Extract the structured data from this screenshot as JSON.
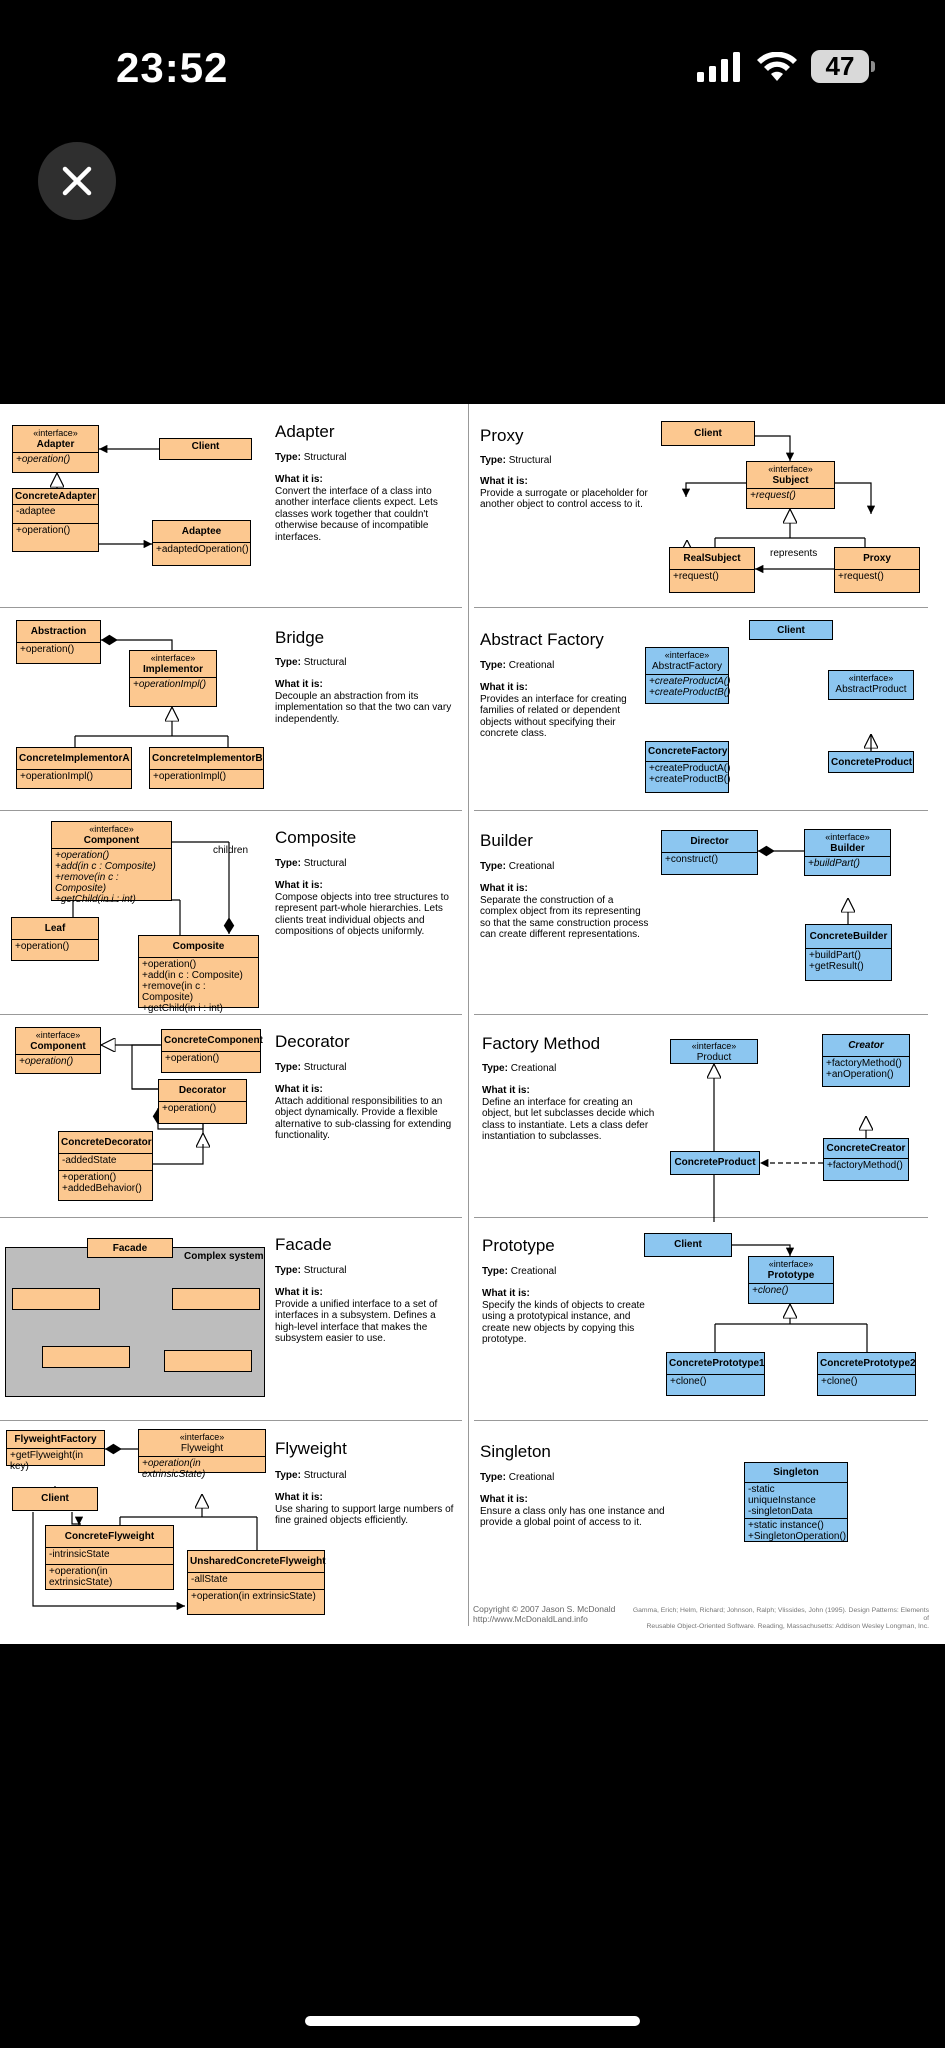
{
  "status": {
    "time": "23:52",
    "battery": "47"
  },
  "icons": {
    "close": "close-icon",
    "signal": "signal-icon",
    "wifi": "wifi-icon",
    "battery": "battery-icon"
  },
  "colors": {
    "orange": "#fcc890",
    "blue": "#8cc6f0"
  },
  "common": {
    "type_label": "Type:",
    "what_label": "What it is:"
  },
  "adapter": {
    "title": "Adapter",
    "type": "Structural",
    "desc": "Convert the interface of a class into another interface clients expect. Lets classes work together that couldn't otherwise because of incompatible interfaces.",
    "stereo": "«interface»",
    "iface": "Adapter",
    "iface_op": "+operation()",
    "client": "Client",
    "concrete": "ConcreteAdapter",
    "concrete_attr": "-adaptee",
    "concrete_op": "+operation()",
    "adaptee": "Adaptee",
    "adaptee_op": "+adaptedOperation()"
  },
  "proxy": {
    "title": "Proxy",
    "type": "Structural",
    "desc": "Provide a surrogate or placeholder for another object to control access to it.",
    "client": "Client",
    "stereo": "«interface»",
    "subject": "Subject",
    "subject_op": "+request()",
    "real": "RealSubject",
    "real_op": "+request()",
    "proxy": "Proxy",
    "proxy_op": "+request()",
    "represents": "represents"
  },
  "bridge": {
    "title": "Bridge",
    "type": "Structural",
    "desc": "Decouple an abstraction from its implementation so that the two can vary independently.",
    "abstraction": "Abstraction",
    "abstraction_op": "+operation()",
    "stereo": "«interface»",
    "implementor": "Implementor",
    "implementor_op": "+operationImpl()",
    "cia": "ConcreteImplementorA",
    "cia_op": "+operationImpl()",
    "cib": "ConcreteImplementorB",
    "cib_op": "+operationImpl()"
  },
  "abstract_factory": {
    "title": "Abstract Factory",
    "type": "Creational",
    "desc": "Provides an interface for creating families of related or dependent objects without specifying their concrete class.",
    "client": "Client",
    "stereo": "«interface»",
    "af": "AbstractFactory",
    "af_op1": "+createProductA()",
    "af_op2": "+createProductB()",
    "ap_stereo": "«interface»",
    "ap": "AbstractProduct",
    "cf": "ConcreteFactory",
    "cf_op1": "+createProductA()",
    "cf_op2": "+createProductB()",
    "cp": "ConcreteProduct"
  },
  "composite": {
    "title": "Composite",
    "type": "Structural",
    "desc": "Compose objects into tree structures to represent part-whole hierarchies. Lets clients treat individual objects and compositions of objects uniformly.",
    "stereo": "«interface»",
    "component": "Component",
    "ops": [
      "+operation()",
      "+add(in c : Composite)",
      "+remove(in c : Composite)",
      "+getChild(in i : int)"
    ],
    "children": "children",
    "leaf": "Leaf",
    "leaf_op": "+operation()",
    "composite": "Composite",
    "comp_ops": [
      "+operation()",
      "+add(in c : Composite)",
      "+remove(in c : Composite)",
      "+getChild(in i : int)"
    ]
  },
  "builder": {
    "title": "Builder",
    "type": "Creational",
    "desc": "Separate the construction of a complex object from its representing so that the same construction process can create different representations.",
    "director": "Director",
    "director_op": "+construct()",
    "stereo": "«interface»",
    "builder": "Builder",
    "builder_op": "+buildPart()",
    "cb": "ConcreteBuilder",
    "cb_op1": "+buildPart()",
    "cb_op2": "+getResult()"
  },
  "decorator": {
    "title": "Decorator",
    "type": "Structural",
    "desc": "Attach additional responsibilities to an object dynamically. Provide a flexible alternative to sub-classing for extending functionality.",
    "stereo": "«interface»",
    "component": "Component",
    "component_op": "+operation()",
    "cc": "ConcreteComponent",
    "cc_op": "+operation()",
    "dec": "Decorator",
    "dec_op": "+operation()",
    "cd": "ConcreteDecorator",
    "cd_attr": "-addedState",
    "cd_op1": "+operation()",
    "cd_op2": "+addedBehavior()"
  },
  "factory_method": {
    "title": "Factory Method",
    "type": "Creational",
    "desc": "Define an interface for creating an object, but let subclasses decide which class to instantiate. Lets a class defer instantiation to subclasses.",
    "stereo": "«interface»",
    "product": "Product",
    "creator": "Creator",
    "creator_op1": "+factoryMethod()",
    "creator_op2": "+anOperation()",
    "cp": "ConcreteProduct",
    "cc": "ConcreteCreator",
    "cc_op": "+factoryMethod()"
  },
  "facade": {
    "title": "Facade",
    "type": "Structural",
    "desc": "Provide a unified interface to a set of interfaces in a subsystem. Defines a high-level interface that makes the subsystem easier to use.",
    "facade": "Facade",
    "complex": "Complex system"
  },
  "prototype": {
    "title": "Prototype",
    "type": "Creational",
    "desc": "Specify the kinds of objects to create using a prototypical instance, and create new objects by copying this prototype.",
    "client": "Client",
    "stereo": "«interface»",
    "proto": "Prototype",
    "proto_op": "+clone()",
    "cp1": "ConcretePrototype1",
    "cp1_op": "+clone()",
    "cp2": "ConcretePrototype2",
    "cp2_op": "+clone()"
  },
  "flyweight": {
    "title": "Flyweight",
    "type": "Structural",
    "desc": "Use sharing to support large numbers of fine grained objects efficiently.",
    "factory": "FlyweightFactory",
    "factory_op": "+getFlyweight(in key)",
    "stereo": "«interface»",
    "fw": "Flyweight",
    "fw_op": "+operation(in extrinsicState)",
    "client": "Client",
    "cf": "ConcreteFlyweight",
    "cf_attr": "-intrinsicState",
    "cf_op": "+operation(in extrinsicState)",
    "ucf": "UnsharedConcreteFlyweight",
    "ucf_attr": "-allState",
    "ucf_op": "+operation(in extrinsicState)"
  },
  "singleton": {
    "title": "Singleton",
    "type": "Creational",
    "desc": "Ensure a class only has one instance and provide a global point of access to it.",
    "name": "Singleton",
    "attr1": "-static uniqueInstance",
    "attr2": "-singletonData",
    "op1": "+static instance()",
    "op2": "+SingletonOperation()"
  },
  "footer": {
    "copyright1": "Copyright © 2007 Jason S. McDonald",
    "copyright2": "http://www.McDonaldLand.info",
    "ref1": "Gamma, Erich; Helm, Richard; Johnson, Ralph; Vlissides, John (1995). Design Patterns: Elements of",
    "ref2": "Reusable Object-Oriented Software. Reading, Massachusetts: Addison Wesley Longman, Inc."
  }
}
